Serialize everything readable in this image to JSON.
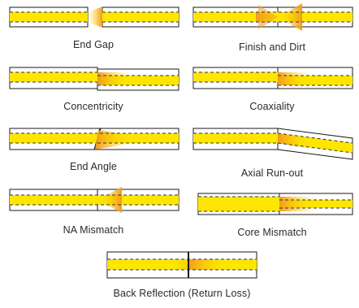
{
  "colors": {
    "core": "#ffe600",
    "glow": "#f29a1c",
    "outline": "#1a1a1a"
  },
  "panels": [
    {
      "id": "end-gap",
      "label": "End Gap"
    },
    {
      "id": "finish-and-dirt",
      "label": "Finish and Dirt"
    },
    {
      "id": "concentricity",
      "label": "Concentricity"
    },
    {
      "id": "coaxiality",
      "label": "Coaxiality"
    },
    {
      "id": "end-angle",
      "label": "End Angle"
    },
    {
      "id": "axial-run-out",
      "label": "Axial Run-out"
    },
    {
      "id": "na-mismatch",
      "label": "NA Mismatch"
    },
    {
      "id": "core-mismatch",
      "label": "Core Mismatch"
    },
    {
      "id": "back-reflection",
      "label": "Back Reflection (Return Loss)"
    }
  ]
}
